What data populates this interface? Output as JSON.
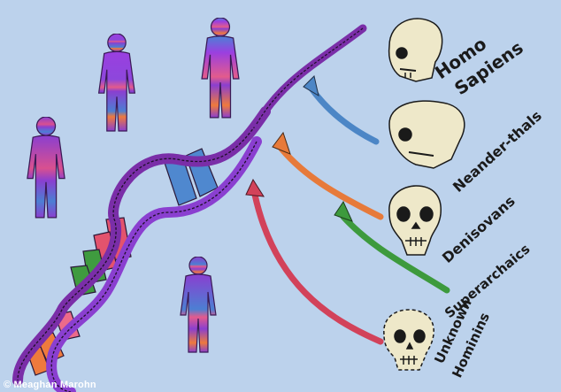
{
  "labels": {
    "homo_sapiens_1": "Homo",
    "homo_sapiens_2": "Sapiens",
    "neanderthals": "Neander-thals",
    "denisovans": "Denisovans",
    "superarchaics": "Superarchaics",
    "unknown_1": "Unknown",
    "unknown_2": "Hominins"
  },
  "credit": "© Meaghan Marohn",
  "colors": {
    "background": "#bcd2ec",
    "dna_strand": "#7a2ea8",
    "purple": "#8a3fd0",
    "blue_arrow": "#4c86c6",
    "orange_arrow": "#e77a3a",
    "green_arrow": "#3d9a3d",
    "red_arrow": "#d2425a",
    "skull": "#eee8c9"
  }
}
